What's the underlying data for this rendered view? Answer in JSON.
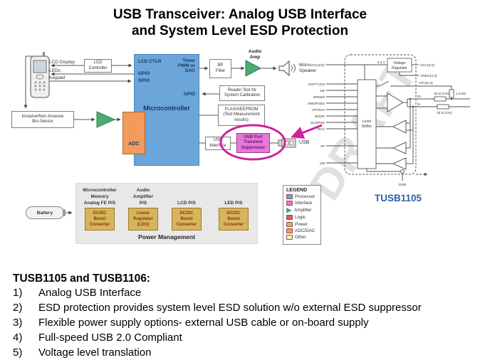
{
  "title": {
    "line1": "USB Transceiver: Analog USB Interface",
    "line2": "and System Level ESD Protection"
  },
  "device": {
    "lcd_display": "LCD Display",
    "leds": "LEDs",
    "keypad": "Keypad"
  },
  "lcd_controller": {
    "l1": "LCD",
    "l2": "Controller"
  },
  "micro": {
    "name": "Microcontroller",
    "lcd_ctlr": "LCD CTLR",
    "gpio1": "GPIO",
    "gpio2": "GPIO",
    "timer1": "Timer",
    "timer2": "PWM or",
    "timer3": "DAC",
    "gpio3": "GPIO"
  },
  "bio": {
    "l1": "Invasive/Non-Invasive",
    "l2": "Bio-Sensor"
  },
  "adc": {
    "label": "ADC"
  },
  "bp": {
    "l1": "BP",
    "l2": "Filter"
  },
  "audio_amp": {
    "l1": "Audio",
    "l2": "Amp"
  },
  "speaker": {
    "l1": "Mono",
    "l2": "Speaker"
  },
  "reader": {
    "l1": "Reader Slot for",
    "l2": "System Calibration"
  },
  "flash": {
    "l1": "FLASH/EEPROM",
    "l2": "(Test Measurement",
    "l3": "results)"
  },
  "usb_if": {
    "l1": "USB",
    "l2": "Interface"
  },
  "suppressor": {
    "l1": "USB Port",
    "l2": "Transient",
    "l3": "Suppressor"
  },
  "usb_port_label": "USB",
  "power": {
    "battery": "Battery",
    "title": "Power Management",
    "col1": {
      "h1": "Microcontroller",
      "h2": "Memory",
      "h3": "Analog FE P/S",
      "b1": "DC/DC",
      "b2": "Boost",
      "b3": "Converter"
    },
    "col2": {
      "h1": "Audio",
      "h2": "Amplifier",
      "h3": "P/S",
      "b1": "Linear",
      "b2": "Regulator",
      "b3": "(LDO)"
    },
    "col3": {
      "h1": "LCD P/S",
      "b1": "DC/DC",
      "b2": "Boost",
      "b3": "Converter"
    },
    "col4": {
      "h1": "LED P/S",
      "b1": "DC/DC",
      "b2": "Boost",
      "b3": "Converter"
    }
  },
  "legend": {
    "title": "LEGEND",
    "items": [
      {
        "label": "Processor",
        "color": "#6BA5DA",
        "shape": "square"
      },
      {
        "label": "Interface",
        "color": "#E678D6",
        "shape": "square"
      },
      {
        "label": "Amplifier",
        "color": "#4BAC72",
        "shape": "triangle"
      },
      {
        "label": "Logic",
        "color": "#E05C5C",
        "shape": "square"
      },
      {
        "label": "Power",
        "color": "#D8B45A",
        "shape": "square"
      },
      {
        "label": "ADC/DAC",
        "color": "#F29B5C",
        "shape": "square"
      },
      {
        "label": "Other",
        "color": "#F7F3B5",
        "shape": "square"
      }
    ]
  },
  "chip": {
    "name": "TUSB1105",
    "watermark": "DRAFT",
    "vreg": {
      "l1": "Voltage",
      "l2": "Regulator"
    },
    "v33": "3.3 V",
    "shifter": {
      "l1": "Level",
      "l2": "Shifter"
    },
    "pins_left": {
      "vcc": "VCC(I/O)",
      "p1": "SOFTCON",
      "p2": "OE",
      "p3": "SPEED",
      "p4": "VMO/FSE0",
      "p5": "VPO/VO",
      "p6": "MODE",
      "p7": "SUSPND",
      "p8": "RCV",
      "p9": "VP",
      "p10": "VM"
    },
    "pins_right": {
      "r1": "VCC(5.0)",
      "r2": "VREG(3.3)",
      "r3": "VPU(3.3)"
    },
    "r_pullup": "1.5 kΩ",
    "r_dp": "33 Ω (1%)",
    "r_dm": "33 Ω (1%)",
    "dplus": "D+",
    "dminus": "D-",
    "gnd": "GND"
  },
  "footer": {
    "heading": "TUSB1105 and TUSB1106:",
    "items": [
      {
        "num": "1)",
        "text": "Analog USB Interface"
      },
      {
        "num": "2)",
        "text": "ESD protection provides system level ESD solution w/o external ESD suppressor"
      },
      {
        "num": "3)",
        "text": "Flexible power supply options- external USB cable or on-board supply"
      },
      {
        "num": "4)",
        "text": "Full-speed USB 2.0 Compliant"
      },
      {
        "num": "5)",
        "text": "Voltage level translation"
      }
    ]
  },
  "colors": {
    "processor_blue": "#6BA5DA",
    "adc_orange": "#F29B5C",
    "interface_pink": "#E678D6",
    "power_tan": "#D8B45A",
    "amp_green": "#4BAC72",
    "accent_magenta": "#D0219E",
    "chip_name_blue": "#2E5FA8",
    "logic_red": "#E05C5C",
    "other_yellow": "#F7F3B5"
  }
}
